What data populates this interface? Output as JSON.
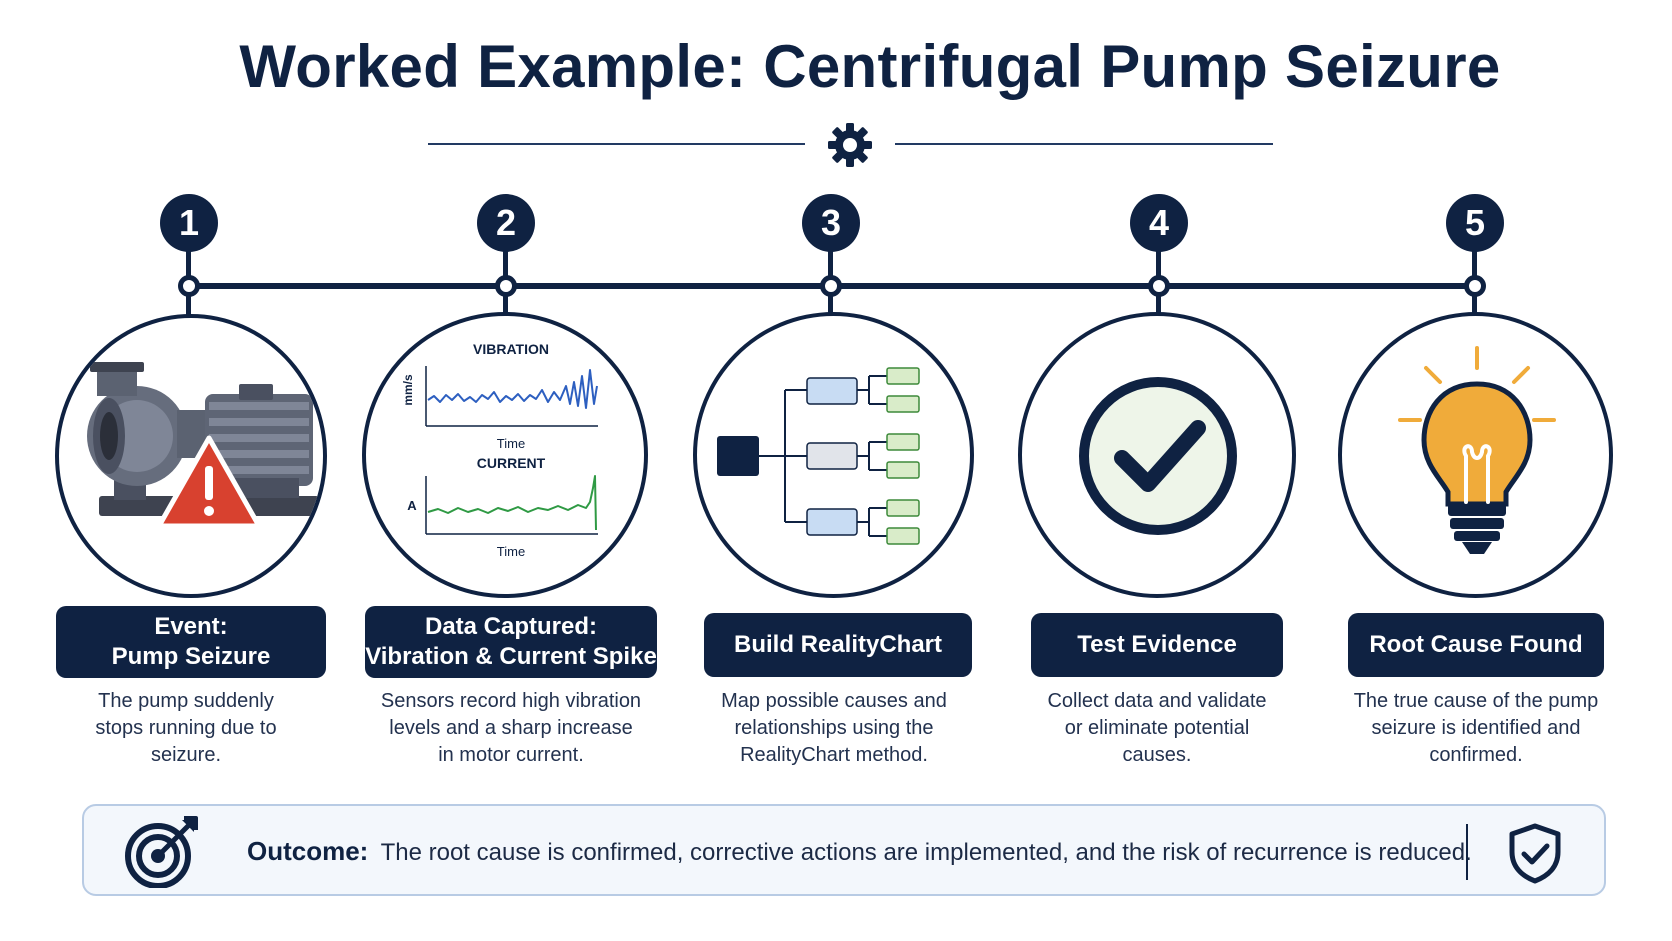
{
  "title": "Worked Example: Centrifugal Pump Seizure",
  "steps": [
    {
      "number": "1",
      "label_line1": "Event:",
      "label_line2": "Pump Seizure",
      "description": [
        "The pump suddenly",
        "stops running due to",
        "seizure."
      ]
    },
    {
      "number": "2",
      "label_line1": "Data Captured:",
      "label_line2": "Vibration & Current Spike",
      "description": [
        "Sensors record high vibration",
        "levels and a sharp increase",
        "in motor current."
      ]
    },
    {
      "number": "3",
      "label_line1": "Build RealityChart",
      "description": [
        "Map possible causes and",
        "relationships using the",
        "RealityChart method."
      ]
    },
    {
      "number": "4",
      "label_line1": "Test Evidence",
      "description": [
        "Collect data and validate",
        "or eliminate potential",
        "causes."
      ]
    },
    {
      "number": "5",
      "label_line1": "Root Cause Found",
      "description": [
        "The true cause of the pump",
        "seizure is identified and",
        "confirmed."
      ]
    }
  ],
  "charts": {
    "vibration_title": "VIBRATION",
    "vibration_unit": "mm/s",
    "current_title": "CURRENT",
    "current_unit": "A",
    "x_label": "Time"
  },
  "outcome": {
    "label": "Outcome:",
    "text": "The root cause is confirmed, corrective actions are implemented, and the risk of recurrence is reduced."
  },
  "icons": {
    "title": "gear-icon",
    "step1": "pump-warning-icon",
    "step2": "sensor-chart-icon",
    "step3": "cause-tree-icon",
    "step4": "checkmark-icon",
    "step5": "lightbulb-icon",
    "outcome_left": "target-icon",
    "outcome_right": "shield-check-icon"
  },
  "colors": {
    "navy": "#0f2242",
    "warning": "#d8412f",
    "vibration_line": "#2d5fc0",
    "current_line": "#2f9a44",
    "check_fill": "#eef5e9",
    "bulb": "#f0ab3a",
    "node_blue": "#c8dcf3",
    "node_green": "#d9ecc9"
  }
}
